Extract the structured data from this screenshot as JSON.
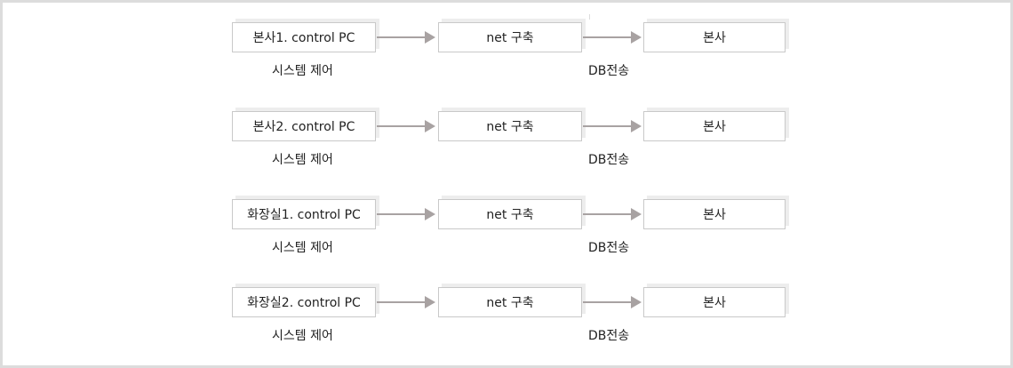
{
  "rows": [
    {
      "source": "본사1. control PC",
      "middle": "net 구축",
      "target": "본사",
      "source_caption": "시스템 제어",
      "middle_caption": "DB전송"
    },
    {
      "source": "본사2. control PC",
      "middle": "net 구축",
      "target": "본사",
      "source_caption": "시스템 제어",
      "middle_caption": "DB전송"
    },
    {
      "source": "화장실1. control PC",
      "middle": "net 구축",
      "target": "본사",
      "source_caption": "시스템 제어",
      "middle_caption": "DB전송"
    },
    {
      "source": "화장실2. control PC",
      "middle": "net 구축",
      "target": "본사",
      "source_caption": "시스템 제어",
      "middle_caption": "DB전송"
    }
  ],
  "colors": {
    "arrow": "#a8a2a2",
    "box_border": "#c9c9c9",
    "frame_border": "#dcdcdc",
    "text": "#222222"
  }
}
